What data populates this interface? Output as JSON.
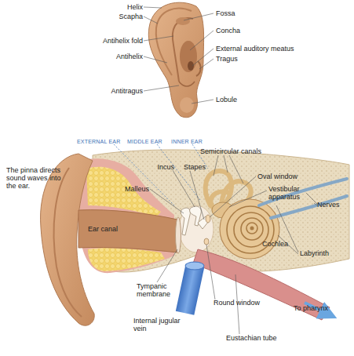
{
  "diagram": {
    "labels": [
      "Helix",
      "Scapha",
      "Antihelix fold",
      "Antihelix",
      "Antitragus",
      "Fossa",
      "Concha",
      "External auditory meatus",
      "Tragus",
      "Lobule",
      "EXTERNAL EAR",
      "MIDDLE EAR",
      "INNER EAR",
      "Semicircular canals",
      "Incus",
      "Stapes",
      "Oval window",
      "Vestibular apparatus",
      "Nerves",
      "The pinna directs sound waves into the ear.",
      "Malleus",
      "Ear canal",
      "Cochlea",
      "Labyrinth",
      "Tympanic membrane",
      "Internal jugular vein",
      "Round window",
      "To pharynx",
      "Eustachian tube"
    ]
  }
}
